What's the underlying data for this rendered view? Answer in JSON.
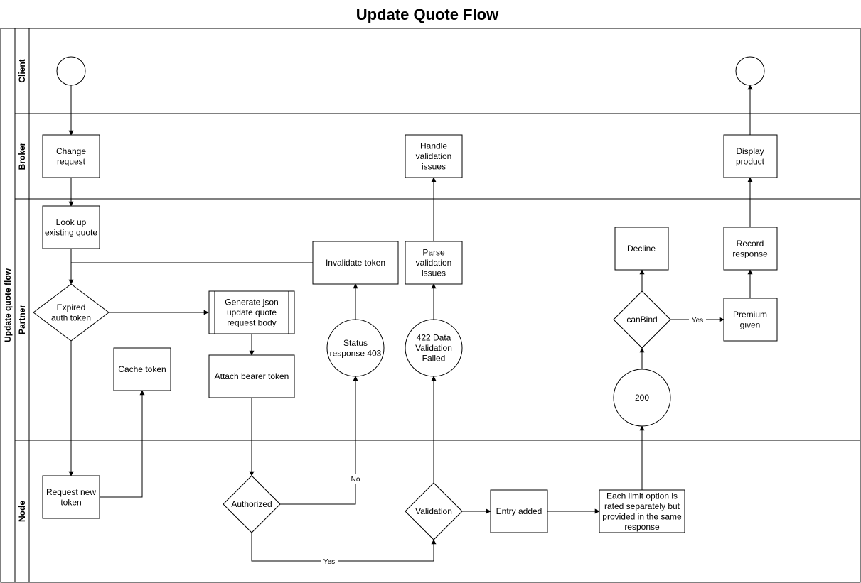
{
  "title": "Update Quote Flow",
  "pool": {
    "label": "Update quote flow"
  },
  "lanes": {
    "client": "Client",
    "broker": "Broker",
    "partner": "Partner",
    "node": "Node"
  },
  "nodes": {
    "start": "",
    "end": "",
    "change_request": [
      "Change",
      "request"
    ],
    "look_up_quote": [
      "Look up",
      "existing quote"
    ],
    "expired_token": [
      "Expired",
      "auth token"
    ],
    "generate_json": [
      "Generate json",
      "update quote",
      "request body"
    ],
    "attach_bearer": [
      "Attach bearer token"
    ],
    "cache_token": [
      "Cache token"
    ],
    "request_new_token": [
      "Request new",
      "token"
    ],
    "authorized": [
      "Authorized"
    ],
    "status_403": [
      "Status",
      "response 403"
    ],
    "invalidate_token": [
      "Invalidate token"
    ],
    "validation": [
      "Validation"
    ],
    "status_422": [
      "422 Data",
      "Validation",
      "Failed"
    ],
    "parse_validation": [
      "Parse",
      "validation",
      "issues"
    ],
    "handle_validation": [
      "Handle",
      "validation",
      "issues"
    ],
    "entry_added": [
      "Entry added"
    ],
    "limit_option": [
      "Each limit option is",
      "rated separately but",
      "provided in the same",
      "response"
    ],
    "status_200": [
      "200"
    ],
    "can_bind": [
      "canBind"
    ],
    "decline": [
      "Decline"
    ],
    "premium_given": [
      "Premium",
      "given"
    ],
    "record_response": [
      "Record",
      "response"
    ],
    "display_product": [
      "Display",
      "product"
    ]
  },
  "edge_labels": {
    "no": "No",
    "yes_authorized": "Yes",
    "yes_canbind": "Yes"
  }
}
